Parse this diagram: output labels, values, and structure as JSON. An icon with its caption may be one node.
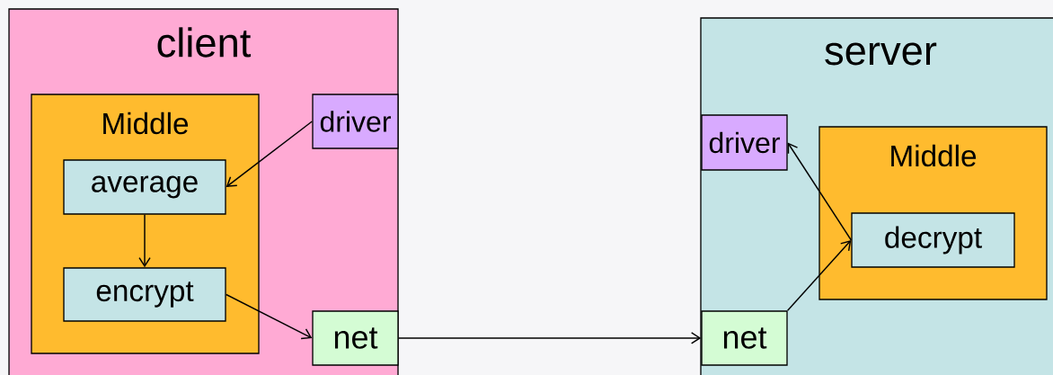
{
  "diagram": {
    "nodes": [
      {
        "text": [
          "client"
        ]
      },
      {
        "text": [
          "Middle"
        ],
        "in": 0
      },
      {
        "text": [
          "average"
        ],
        "in": 1
      },
      {
        "text": [
          "encrypt"
        ],
        "in": 1
      },
      {
        "text": [
          "driver"
        ],
        "in": 0
      },
      {
        "text": [
          "net"
        ],
        "in": 0
      },
      {
        "text": [
          "server"
        ]
      },
      {
        "text": [
          "driver"
        ],
        "in": 6
      },
      {
        "text": [
          "Middle"
        ],
        "in": 6
      },
      {
        "text": [
          "decrypt"
        ],
        "in": 8
      },
      {
        "text": [
          "net"
        ],
        "in": 6
      }
    ],
    "edges": [
      {
        "from": 4,
        "to": 2,
        "arrow": "to"
      },
      {
        "from": 2,
        "to": 3,
        "arrow": "to"
      },
      {
        "from": 3,
        "to": 5,
        "arrow": "to"
      },
      {
        "from": 5,
        "to": 10,
        "arrow": "to"
      },
      {
        "from": 10,
        "to": 9,
        "arrow": "to"
      },
      {
        "from": 9,
        "to": 7,
        "arrow": "to"
      }
    ]
  }
}
